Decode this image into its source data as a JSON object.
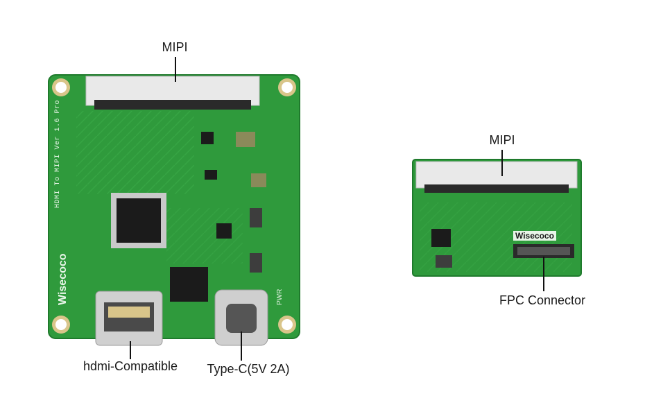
{
  "boards": {
    "large": {
      "silk_title": "HDMI To MIPI Ver 1.6 Pro",
      "silk_brand": "Wisecoco",
      "silk_pwr": "PWR",
      "label_top": "MIPI",
      "label_left_bottom": "hdmi-Compatible",
      "label_right_bottom": "Type-C(5V 2A)"
    },
    "small": {
      "silk_brand": "Wisecoco",
      "label_top": "MIPI",
      "label_bottom": "FPC Connector"
    }
  },
  "colors": {
    "pcb": "#2f9a3c",
    "pcb_edge": "#1f7a2c",
    "trace": "#3fb24e",
    "pad_gold": "#d9c58a",
    "connector": "#e9e9e9",
    "chip": "#1b1b1b"
  }
}
